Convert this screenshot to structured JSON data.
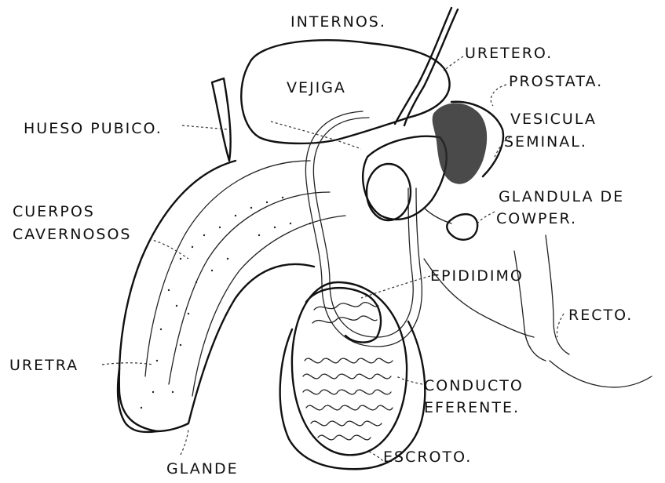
{
  "labels": {
    "internos": "INTERNOS.",
    "uretero": "URETERO.",
    "vejiga": "VEJIGA",
    "prostata": "PROSTATA.",
    "hueso_pubico": "HUESO PUBICO.",
    "vesicula_1": "VESICULA",
    "vesicula_2": "SEMINAL.",
    "glandula_1": "GLANDULA DE",
    "glandula_2": "COWPER.",
    "cuerpos_1": "CUERPOS",
    "cuerpos_2": "CAVERNOSOS",
    "epididimo": "EPIDIDIMO",
    "recto": "RECTO.",
    "uretra": "URETRA",
    "conducto_1": "CONDUCTO",
    "conducto_2": "EFERENTE.",
    "glande": "GLANDE",
    "escroto": "ESCROTO."
  }
}
